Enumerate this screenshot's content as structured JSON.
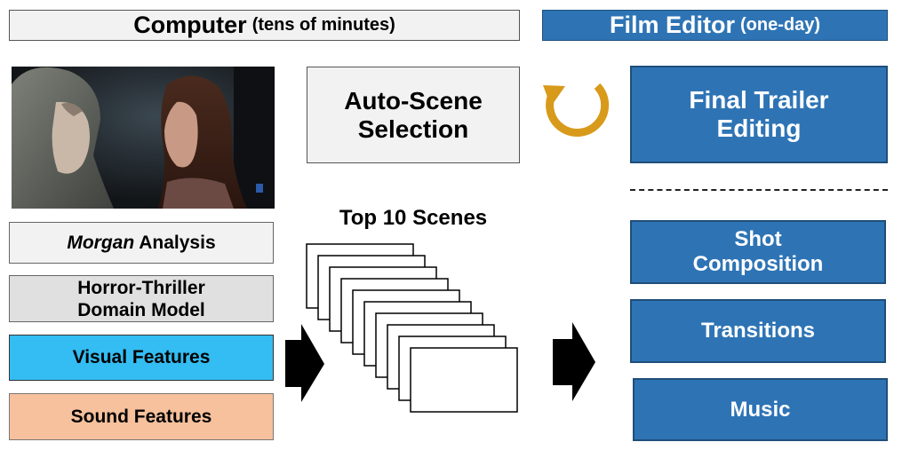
{
  "header_left": {
    "title": "Computer",
    "subtitle": "(tens of minutes)"
  },
  "header_right": {
    "title": "Film Editor",
    "subtitle": "(one-day)"
  },
  "auto_scene": {
    "line1": "Auto-Scene",
    "line2": "Selection"
  },
  "final_trailer": {
    "line1": "Final Trailer",
    "line2": "Editing"
  },
  "top_scenes_label": "Top 10 Scenes",
  "left_boxes": {
    "morgan_title": "Morgan",
    "morgan_rest": " Analysis",
    "horror_line1": "Horror-Thriller",
    "horror_line2": "Domain Model",
    "visual": "Visual Features",
    "sound": "Sound Features"
  },
  "right_boxes": {
    "shot_line1": "Shot",
    "shot_line2": "Composition",
    "transitions": "Transitions",
    "music": "Music"
  },
  "colors": {
    "editor_blue": "#2e74b5",
    "visual_blue": "#33bdf2",
    "sound_peach": "#f7c19d",
    "cycle_gold": "#d89a1a"
  },
  "icons": {
    "cycle": "refresh-cycle-icon",
    "arrows": "block-arrow-right-icon"
  }
}
